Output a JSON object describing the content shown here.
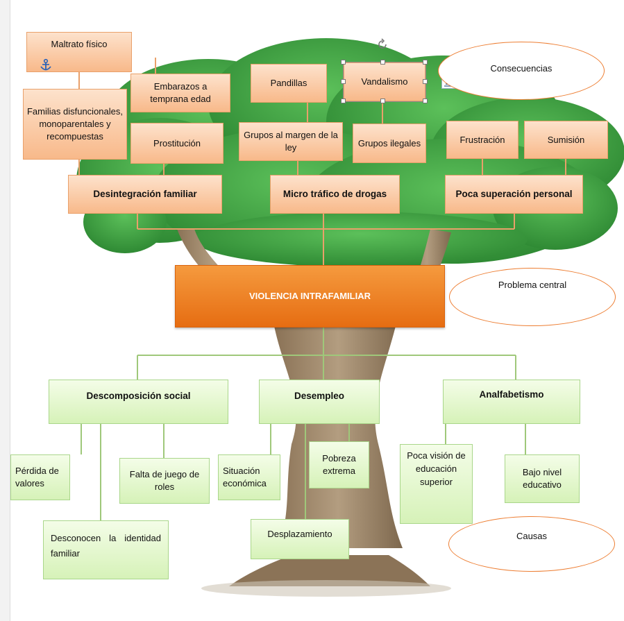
{
  "central_problem": "VIOLENCIA INTRAFAMILIAR",
  "legend": {
    "consequences": "Consecuencias",
    "central": "Problema central",
    "causes": "Causas"
  },
  "consequences": {
    "main": [
      "Desintegración familiar",
      "Micro tráfico de drogas",
      "Poca superación personal"
    ],
    "sub": {
      "maltrato": "Maltrato físico",
      "familias": "Familias disfuncionales, monoparentales y recompuestas",
      "embarazos": "Embarazos a temprana edad",
      "prostitucion": "Prostitución",
      "pandillas": "Pandillas",
      "vandalismo": "Vandalismo",
      "grupos_margen": "Grupos al margen de la ley",
      "grupos_ilegales": "Grupos ilegales",
      "frustracion": "Frustración",
      "sumision": "Sumisión"
    }
  },
  "causes": {
    "main": [
      "Descomposición social",
      "Desempleo",
      "Analfabetismo"
    ],
    "sub": {
      "perdida": "Pérdida de valores",
      "desconocen": "Desconocen la identidad familiar",
      "falta": "Falta de juego de roles",
      "situacion": "Situación económica",
      "pobreza": "Pobreza extrema",
      "desplazamiento": "Desplazamiento",
      "vision": "Poca visión de educación superior",
      "bajo": "Bajo nivel educativo"
    }
  },
  "colors": {
    "consequence_box": "#f8b98a",
    "cause_box": "#d6f2b8",
    "central_box": "#e66d12",
    "connector_top": "#e9a06a",
    "connector_bottom": "#9fc87a",
    "oval_border": "#ed7d31",
    "foliage": "#3a9a3a",
    "trunk": "#9a8468"
  },
  "icons": [
    "anchor-icon",
    "rotate-handle-icon",
    "layout-options-icon"
  ]
}
